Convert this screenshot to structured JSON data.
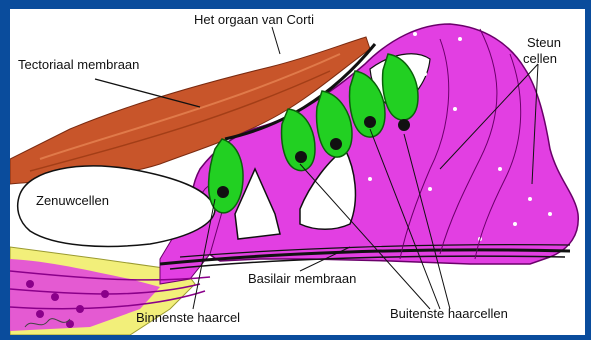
{
  "colors": {
    "frame": "#0a4c9c",
    "background": "#ffffff",
    "tectorial": "#c8552a",
    "support": "#e23fe2",
    "haircell": "#22d022",
    "nerve": "#f2ef7a",
    "lines": "#111111"
  },
  "labels": {
    "title": "Het orgaan van Corti",
    "tectorial": "Tectoriaal membraan",
    "support_line1": "Steun",
    "support_line2": "cellen",
    "nerve": "Zenuwcellen",
    "basilar": "Basilair membraan",
    "inner_hair": "Binnenste haarcel",
    "outer_hair": "Buitenste haarcellen"
  }
}
